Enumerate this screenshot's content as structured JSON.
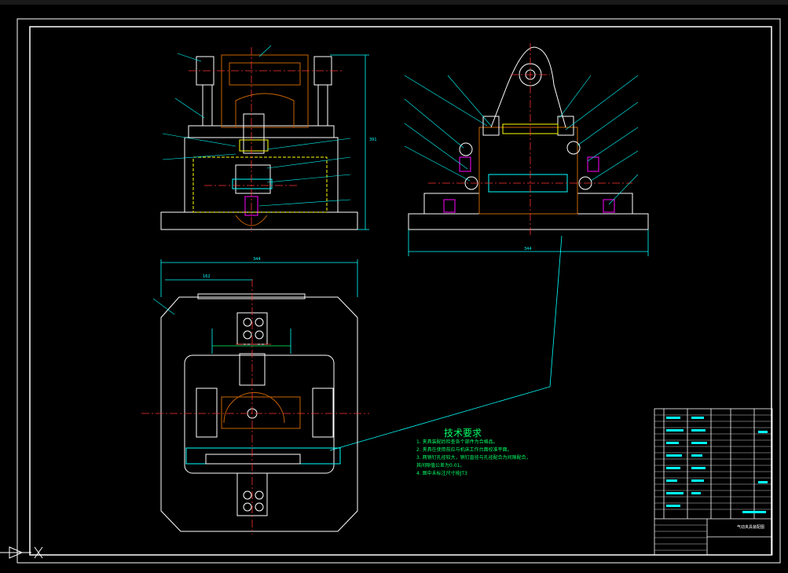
{
  "drawing": {
    "colors": {
      "background": "#000000",
      "outline": "#ffffff",
      "centerline": "#ff3333",
      "dimension": "#00ffff",
      "hatch": "#c86400",
      "annotation": "#00ff66",
      "accent": "#ff00ff",
      "part": "#ffff00"
    },
    "tech_requirements": {
      "title": "技术要求",
      "items": [
        "1. 夹具装配后检查各个部件为合格品。",
        "2. 夹具在使用前应与机床工作台面校准平面。",
        "3. 两销钉孔径较大，销钉直径与孔径配合为间隙配合，",
        "   其间隙值公差为0.01。",
        "4. 图中未标注尺寸按JT3"
      ]
    },
    "title_block": {
      "drawing_name": "气动夹具装配图"
    },
    "dimensions": {
      "front_height": "391",
      "side_width": "344",
      "top_width": "344",
      "top_offset": "162"
    }
  }
}
